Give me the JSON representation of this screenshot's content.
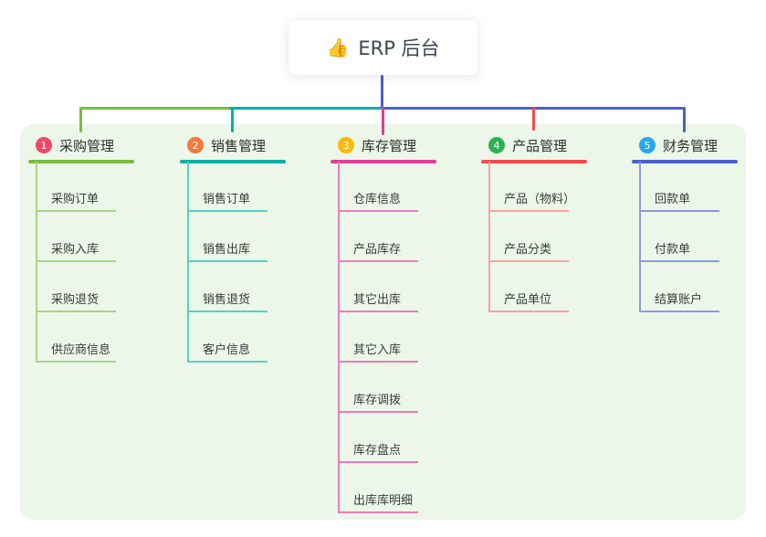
{
  "root": {
    "icon": "👍",
    "label": "ERP 后台"
  },
  "colors": {
    "panel_bg": "#ECF7E9",
    "trunk_green": "#7ABB40",
    "trunk_teal": "#00B2A4",
    "trunk_blue": "#4A5FC9",
    "drop_magenta": "#E03D96",
    "drop_red": "#F74B4B"
  },
  "branches": [
    {
      "number": "1",
      "label": "采购管理",
      "badge_color": "#EE4A67",
      "line_color": "#7ABB40",
      "child_line_color": "#A9D48B",
      "children": [
        "采购订单",
        "采购入库",
        "采购退货",
        "供应商信息"
      ]
    },
    {
      "number": "2",
      "label": "销售管理",
      "badge_color": "#F5793A",
      "line_color": "#00B2A4",
      "child_line_color": "#58CFC5",
      "children": [
        "销售订单",
        "销售出库",
        "销售退货",
        "客户信息"
      ]
    },
    {
      "number": "3",
      "label": "库存管理",
      "badge_color": "#FCB908",
      "line_color": "#E03D96",
      "child_line_color": "#EE7DB9",
      "children": [
        "仓库信息",
        "产品库存",
        "其它出库",
        "其它入库",
        "库存调拨",
        "库存盘点",
        "出库库明细"
      ]
    },
    {
      "number": "4",
      "label": "产品管理",
      "badge_color": "#2FB153",
      "line_color": "#F74B4B",
      "child_line_color": "#F9A2A2",
      "children": [
        "产品（物料）",
        "产品分类",
        "产品单位"
      ]
    },
    {
      "number": "5",
      "label": "财务管理",
      "badge_color": "#28A7E8",
      "line_color": "#4A5FC9",
      "child_line_color": "#8C9ADB",
      "children": [
        "回款单",
        "付款单",
        "结算账户"
      ]
    }
  ]
}
